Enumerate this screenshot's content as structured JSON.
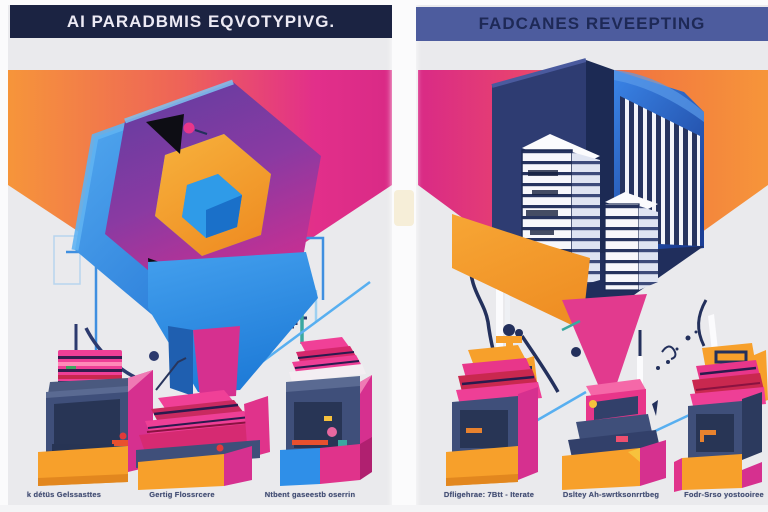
{
  "left_panel": {
    "title": "AI PARADBMIS EQVOTYPIVG.",
    "captions": [
      "k détüs Gelssasttes",
      "Gertig Flossrcere",
      "Ntbent gaseestb oserrin"
    ]
  },
  "right_panel": {
    "title": "FADCANES REVEEPTING",
    "captions": [
      "Dfligehrae: 7Btt - Iterate",
      "Dsltey Ah-swrtksonrrtbeg",
      "Fodr-Srso yostooiree"
    ]
  },
  "palette": {
    "background": "#eaeaed",
    "divider": "#fbfbfc",
    "left_title_bar_bg": "#1b2342",
    "left_title_text": "#eceaf4",
    "right_title_bar_bg": "#4d5c9e",
    "right_title_text": "#1e2956",
    "orange": "#f7a02b",
    "magenta": "#e0338b",
    "pink": "#ee3f96",
    "crimson": "#c9284f",
    "blue": "#2f8fe8",
    "light_blue": "#58aff0",
    "navy": "#2c3a6e",
    "dark_navy": "#1e2c58",
    "purple": "#5d3da0",
    "teal": "#3aa8a0"
  }
}
